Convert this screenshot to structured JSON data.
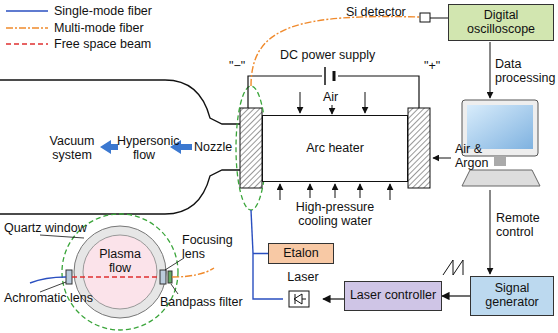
{
  "diagram": {
    "nodes": [
      {
        "text": [
          "Digital oscilloscope"
        ]
      },
      {
        "text": [
          "Arc heater"
        ]
      },
      {
        "text": [
          "Etalon"
        ]
      },
      {
        "text": [
          "Laser"
        ]
      },
      {
        "text": [
          "Laser controller"
        ]
      },
      {
        "text": [
          "Signal generator"
        ]
      }
    ],
    "edges": [
      {
        "from": 5,
        "to": 4,
        "arrow": "to"
      },
      {
        "from": 4,
        "to": 3,
        "arrow": "to"
      },
      {
        "from": 3,
        "to": 2,
        "arrow": "none"
      }
    ],
    "labels": [
      "Si detector",
      "DC power supply",
      "Air",
      "\"−\"",
      "\"+\"",
      "Air & Argon",
      "Vacuum system",
      "Hypersonic flow",
      "Nozzle",
      "High-pressure cooling water",
      "Data processing",
      "Remote control",
      "Quartz window",
      "Plasma flow",
      "Focusing lens",
      "Achromatic lens",
      "Bandpass filter"
    ],
    "legend": [
      {
        "text": "Single-mode fiber"
      },
      {
        "text": "Multi-mode fiber"
      },
      {
        "text": "Free space beam"
      }
    ]
  }
}
